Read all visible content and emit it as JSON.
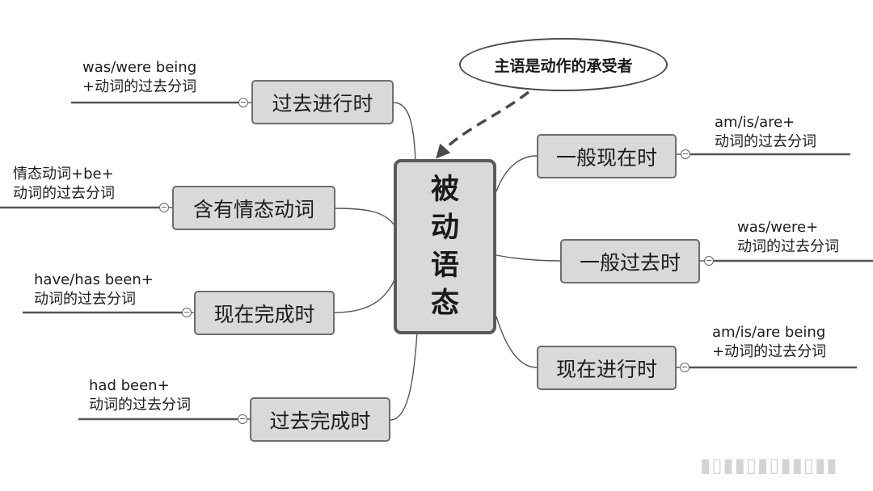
{
  "center": {
    "chars": [
      "被",
      "动",
      "语",
      "态"
    ]
  },
  "callout": {
    "text": "主语是动作的承受者"
  },
  "branches": [
    {
      "id": "past-progressive",
      "label": "过去进行时",
      "note_line1": "was/were being",
      "note_line2": "+动词的过去分词"
    },
    {
      "id": "modal",
      "label": "含有情态动词",
      "note_line1": "情态动词+be+",
      "note_line2": "动词的过去分词"
    },
    {
      "id": "present-perfect",
      "label": "现在完成时",
      "note_line1": "have/has been+",
      "note_line2": "动词的过去分词"
    },
    {
      "id": "past-perfect",
      "label": "过去完成时",
      "note_line1": "had been+",
      "note_line2": "动词的过去分词"
    },
    {
      "id": "simple-present",
      "label": "一般现在时",
      "note_line1": "am/is/are+",
      "note_line2": "动词的过去分词"
    },
    {
      "id": "simple-past",
      "label": "一般过去时",
      "note_line1": "was/were+",
      "note_line2": "动词的过去分词"
    },
    {
      "id": "present-progressive",
      "label": "现在进行时",
      "note_line1": "am/is/are being",
      "note_line2": "+动词的过去分词"
    }
  ],
  "colors": {
    "node_fill": "#d9d9d9",
    "node_border": "#6e6e6e",
    "center_border": "#5a5a5a",
    "connector": "#555555",
    "note_rule": "#555555",
    "callout_arrow": "#4a4a4a"
  }
}
